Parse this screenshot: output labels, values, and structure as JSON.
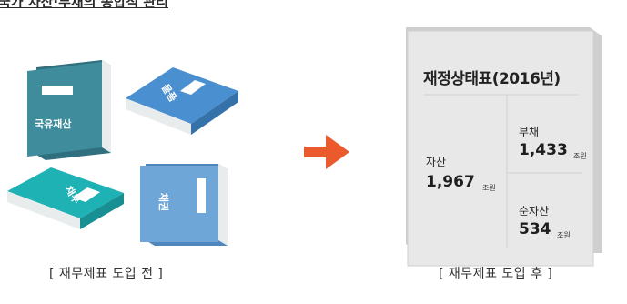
{
  "heading": "국가 자산·부채의 종합적 관리",
  "before": {
    "books": {
      "national_property": "국유재산",
      "goods": "물품",
      "debt": "채무",
      "receivables": "채권"
    },
    "caption": "[ 재무제표 도입 전 ]"
  },
  "after": {
    "title": "재정상태표(2016년)",
    "assets": {
      "label": "자산",
      "value": "1,967",
      "unit": "조원"
    },
    "liabilities": {
      "label": "부채",
      "value": "1,433",
      "unit": "조원"
    },
    "net_assets": {
      "label": "순자산",
      "value": "534",
      "unit": "조원"
    },
    "caption": "[ 재무제표 도입 후 ]"
  },
  "colors": {
    "book_teal_dark": "#3f8c9c",
    "book_blue": "#4a8fd0",
    "book_teal": "#1fb2b5",
    "book_light_blue": "#6fa6d8",
    "arrow": "#ea5a2c",
    "ledger": "#e8e8e8"
  }
}
